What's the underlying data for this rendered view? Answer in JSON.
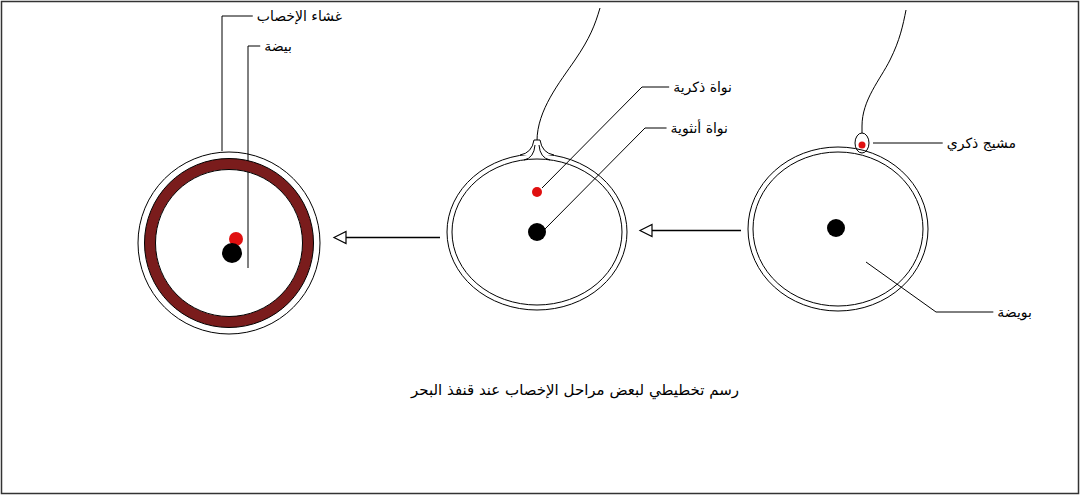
{
  "diagram": {
    "caption": "رسم تخطيطي لبعض مراحل الإخصاب عند قنفذ البحر",
    "nodes": [
      {
        "text": []
      },
      {
        "text": []
      },
      {
        "text": []
      }
    ],
    "edges": [
      {
        "from": 0,
        "to": 1,
        "arrow": "to"
      },
      {
        "from": 1,
        "to": 2,
        "arrow": "to"
      }
    ],
    "labels": [
      "غشاء الإخصاب",
      "بيضة",
      "نواة ذكرية",
      "نواة أنثوية",
      "مشيج ذكري",
      "بويضة"
    ]
  }
}
